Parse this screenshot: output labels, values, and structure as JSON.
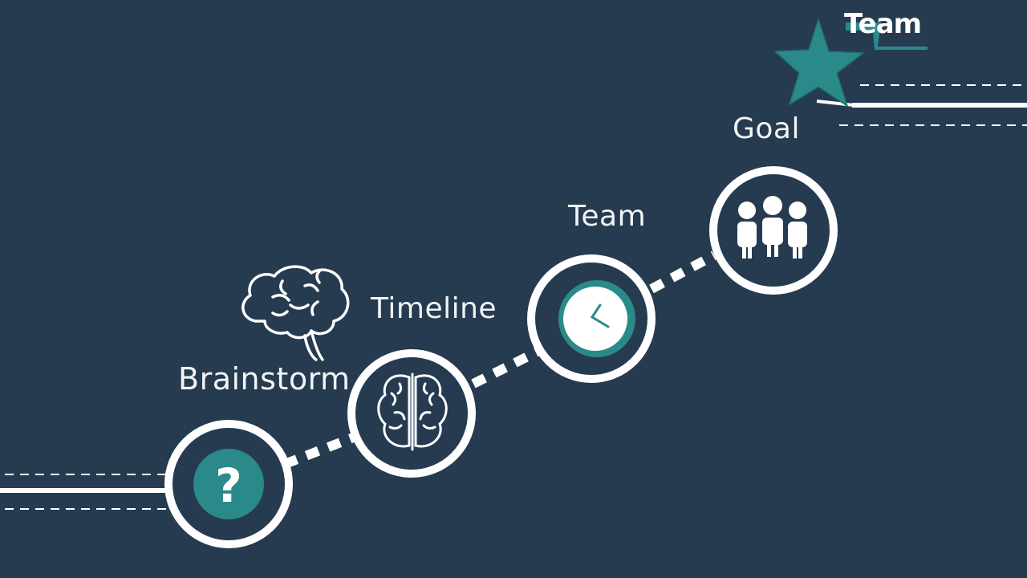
{
  "colors": {
    "background": "#263b50",
    "line": "#ffffff",
    "accent": "#2a8a8a",
    "accent_dark": "#1f6f70"
  },
  "steps": [
    {
      "label": "Brainstorm",
      "icon": "question-icon"
    },
    {
      "label": "Timeline",
      "icon": "brain-icon"
    },
    {
      "label": "Team",
      "icon": "clock-icon"
    },
    {
      "label": "Goal",
      "icon": "people-icon"
    }
  ],
  "floating_icon": "brain-outline-icon",
  "star": {
    "icon": "star-icon",
    "caption": "Team"
  }
}
